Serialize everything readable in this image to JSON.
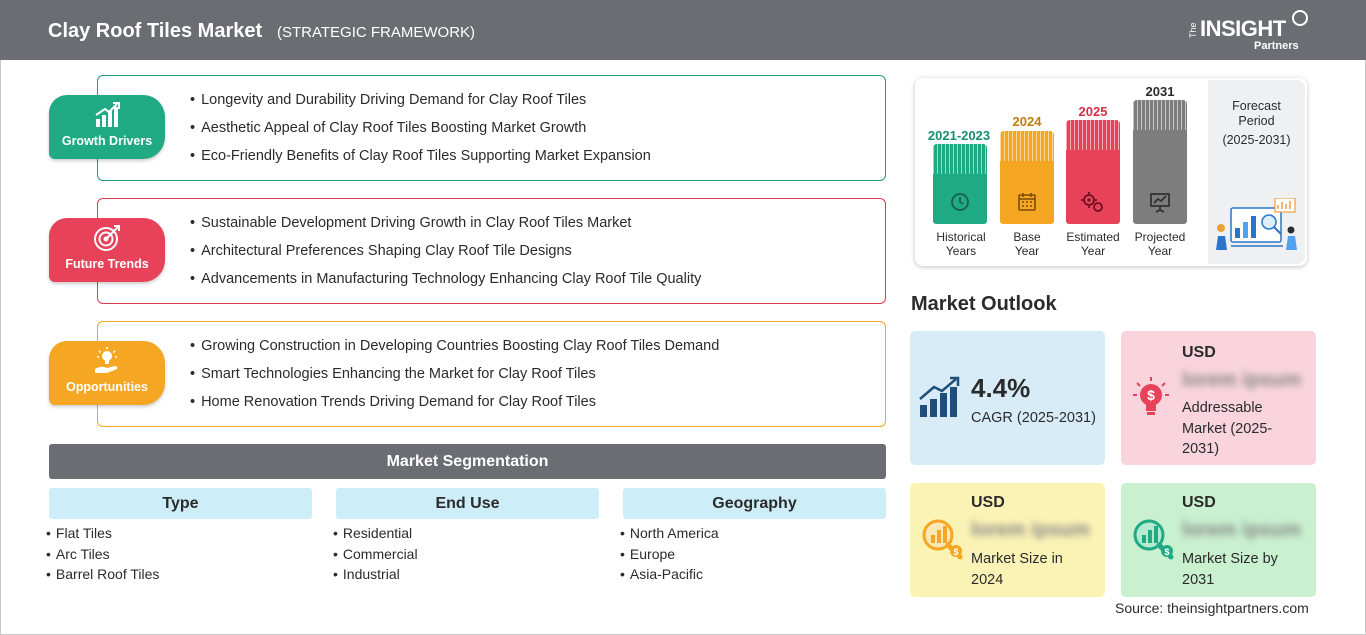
{
  "header": {
    "title": "Clay Roof Tiles Market",
    "subtitle": "(STRATEGIC FRAMEWORK)",
    "logo": {
      "the": "The",
      "brand": "INSIGHT",
      "partners": "Partners"
    }
  },
  "framework": [
    {
      "label": "Growth Drivers",
      "color": "#1faa83",
      "icon": "growth-chart-icon",
      "items": [
        "Longevity and Durability Driving Demand for Clay Roof Tiles",
        "Aesthetic Appeal of Clay Roof Tiles Boosting Market Growth",
        "Eco-Friendly Benefits of Clay Roof Tiles Supporting Market Expansion"
      ]
    },
    {
      "label": "Future Trends",
      "color": "#e8415a",
      "icon": "target-icon",
      "items": [
        "Sustainable Development Driving Growth in Clay Roof Tiles Market",
        "Architectural Preferences Shaping Clay Roof Tile Designs",
        "Advancements in Manufacturing Technology Enhancing Clay Roof Tile Quality"
      ]
    },
    {
      "label": "Opportunities",
      "color": "#f5a623",
      "icon": "lightbulb-hand-icon",
      "items": [
        "Growing Construction in Developing Countries Boosting Clay Roof Tiles Demand",
        "Smart Technologies Enhancing the Market for Clay Roof Tiles",
        "Home Renovation Trends Driving Demand for Clay Roof Tiles"
      ]
    }
  ],
  "segmentation": {
    "title": "Market Segmentation",
    "columns": [
      {
        "heading": "Type",
        "items": [
          "Flat Tiles",
          "Arc Tiles",
          "Barrel Roof Tiles"
        ]
      },
      {
        "heading": "End Use",
        "items": [
          "Residential",
          "Commercial",
          "Industrial"
        ]
      },
      {
        "heading": "Geography",
        "items": [
          "North America",
          "Europe",
          "Asia-Pacific"
        ]
      }
    ]
  },
  "timeline": {
    "bars": [
      {
        "year": "2021-2023",
        "label_line1": "Historical",
        "label_line2": "Years",
        "color": "#1faa83",
        "year_color": "#1a8f6e",
        "icon": "clock-icon"
      },
      {
        "year": "2024",
        "label_line1": "Base",
        "label_line2": "Year",
        "color": "#f5a623",
        "year_color": "#c07d0d",
        "icon": "calendar-icon"
      },
      {
        "year": "2025",
        "label_line1": "Estimated",
        "label_line2": "Year",
        "color": "#e8415a",
        "year_color": "#d62f48",
        "icon": "gears-icon"
      },
      {
        "year": "2031",
        "label_line1": "Projected",
        "label_line2": "Year",
        "color": "#7d7d7d",
        "year_color": "#2b2b2b",
        "icon": "presentation-icon"
      }
    ],
    "forecast": {
      "line1": "Forecast",
      "line2": "Period",
      "line3": "(2025-2031)"
    }
  },
  "outlook": {
    "title": "Market Outlook",
    "cagr": {
      "value": "4.4%",
      "label": "CAGR (2025-2031)",
      "bg": "#d8ecf8",
      "icon": "growth-bars-icon"
    },
    "addressable": {
      "currency": "USD",
      "value": "lorem ipsum",
      "label_line1": "Addressable",
      "label_line2": "Market (2025-",
      "label_line3": "2031)",
      "bg": "#f9d4dc",
      "icon": "bulb-dollar-icon"
    },
    "size_2024": {
      "currency": "USD",
      "value": "lorem ipsum",
      "label_line1": "Market Size in",
      "label_line2": "2024",
      "bg": "#fbf3b5",
      "icon": "magnifier-chart-icon"
    },
    "size_2031": {
      "currency": "USD",
      "value": "lorem ipsum",
      "label_line1": "Market Size by",
      "label_line2": "2031",
      "bg": "#c9f0cf",
      "icon": "magnifier-chart-icon"
    }
  },
  "source": "Source: theinsightpartners.com"
}
